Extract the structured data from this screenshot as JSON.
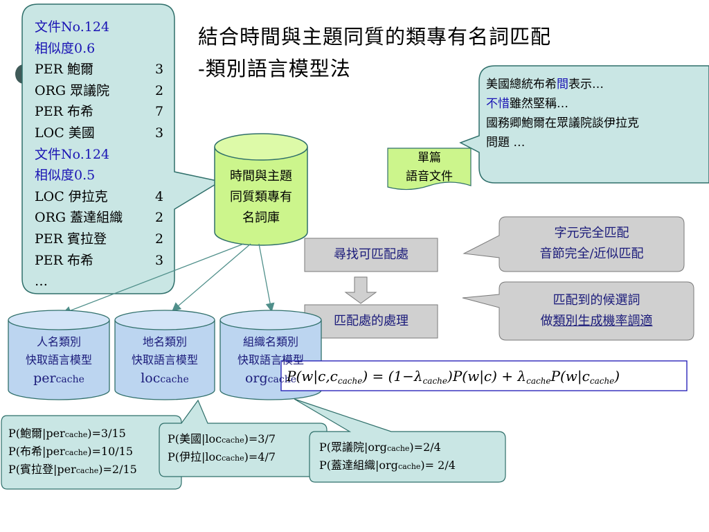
{
  "title": {
    "line1": "結合時間與主題同質的類專有名詞匹配",
    "line2": "-類別語言模型法"
  },
  "left_callout": {
    "rows": [
      {
        "text": "文件No.124",
        "num": "",
        "blue": true
      },
      {
        "text": "相似度0.6",
        "num": "",
        "blue": true
      },
      {
        "text": "PER 鮑爾",
        "num": "3",
        "blue": false
      },
      {
        "text": "ORG 眾議院",
        "num": "2",
        "blue": false
      },
      {
        "text": "PER 布希",
        "num": "7",
        "blue": false
      },
      {
        "text": "LOC 美國",
        "num": "3",
        "blue": false
      },
      {
        "text": "文件No.124",
        "num": "",
        "blue": true
      },
      {
        "text": "相似度0.5",
        "num": "",
        "blue": true
      },
      {
        "text": "LOC 伊拉克",
        "num": "4",
        "blue": false
      },
      {
        "text": "ORG 蓋達組織",
        "num": "2",
        "blue": false
      },
      {
        "text": "PER 賓拉登",
        "num": "2",
        "blue": false
      },
      {
        "text": "PER 布希",
        "num": "3",
        "blue": false
      },
      {
        "text": "…",
        "num": "",
        "blue": false
      }
    ]
  },
  "database": {
    "line1": "時間與主題",
    "line2": "同質類專有",
    "line3": "名詞庫"
  },
  "source_doc": {
    "line1": "單篇",
    "line2": "語音文件"
  },
  "right_callout": {
    "line1_a": "美國總統布希",
    "line1_b": "間",
    "line1_c": "表示…",
    "line2_a": "不惜",
    "line2_b": "雖然堅稱…",
    "line3": "國務卿鮑爾在眾議院談伊拉克",
    "line4": "問題 …"
  },
  "process": {
    "find": "尋找可匹配處",
    "handle": "匹配處的處理"
  },
  "grey_callouts": {
    "match_line1": "字元完全匹配",
    "match_line2": "音節完全/近似匹配",
    "cand_line1": "匹配到的候選詞",
    "cand_line2_a": "做",
    "cand_line2_b": "類別生成機率調適"
  },
  "caches": [
    {
      "line1": "人名類別",
      "line2": "快取語言模型",
      "line3_main": "per",
      "line3_sub": "cache"
    },
    {
      "line1": "地名類別",
      "line2": "快取語言模型",
      "line3_main": "loc",
      "line3_sub": "cache"
    },
    {
      "line1": "組織名類別",
      "line2": "快取語言模型",
      "line3_main": "org",
      "line3_sub": "cache"
    }
  ],
  "formula": {
    "p1": "P(w|c,c",
    "s1": "cache",
    "p2": ") = (1−λ",
    "s2": "cache",
    "p3": ")P(w|c) + λ",
    "s3": "cache",
    "p4": "P(w|c",
    "s4": "cache",
    "p5": ")"
  },
  "prob_boxes": {
    "per": [
      {
        "a": "P(鮑爾|per",
        "sub": "cache",
        "b": ")=3/15"
      },
      {
        "a": "P(布希|per",
        "sub": "cache",
        "b": ")=10/15"
      },
      {
        "a": "P(賓拉登|per",
        "sub": "cache",
        "b": ")=2/15"
      }
    ],
    "loc": [
      {
        "a": "P(美國|loc",
        "sub": "cache",
        "b": ")=3/7"
      },
      {
        "a": "P(伊拉|loc",
        "sub": "cache",
        "b": ")=4/7"
      }
    ],
    "org": [
      {
        "a": "P(眾議院|org",
        "sub": "cache",
        "b": ")=2/4"
      },
      {
        "a": "P(蓋達組織|org",
        "sub": "cache",
        "b": ")= 2/4"
      }
    ]
  },
  "colors": {
    "callout_fill": "#c9e6e4",
    "db_fill": "#ccf58c",
    "doc_fill": "#ccf58c",
    "cache_fill": "#bcd5f0",
    "grey_fill": "#d0d0d0",
    "arrow": "#4f8f8a"
  }
}
